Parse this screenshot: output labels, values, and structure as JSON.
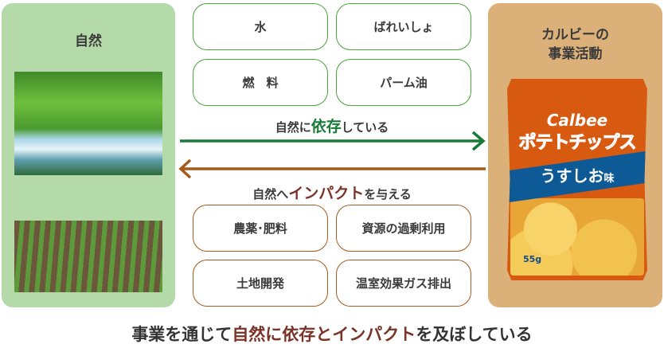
{
  "nature_panel": {
    "title": "自然",
    "images": [
      "forest-stream-photo",
      "potato-field-photo"
    ]
  },
  "business_panel": {
    "title_line1": "カルビーの",
    "title_line2": "事業活動",
    "product": {
      "brand": "Calbee",
      "name": "ポテトチップス",
      "flavor": "うすしお",
      "flavor_suffix": "味",
      "weight": "55g"
    }
  },
  "dependencies": {
    "items": [
      "水",
      "ばれいしょ",
      "燃　料",
      "パーム油"
    ],
    "label_pre": "自然に",
    "label_emph": "依存",
    "label_post": "している",
    "color": "#177a36"
  },
  "impacts": {
    "items": [
      "農薬･肥料",
      "資源の過剰利用",
      "土地開発",
      "温室効果ガス排出"
    ],
    "label_pre": "自然へ",
    "label_emph": "インパクト",
    "label_post": "を与える",
    "color": "#a35a1c"
  },
  "summary": {
    "pre": "事業を通じて",
    "emph": "自然に依存とインパクト",
    "post": "を及ぼしている"
  }
}
